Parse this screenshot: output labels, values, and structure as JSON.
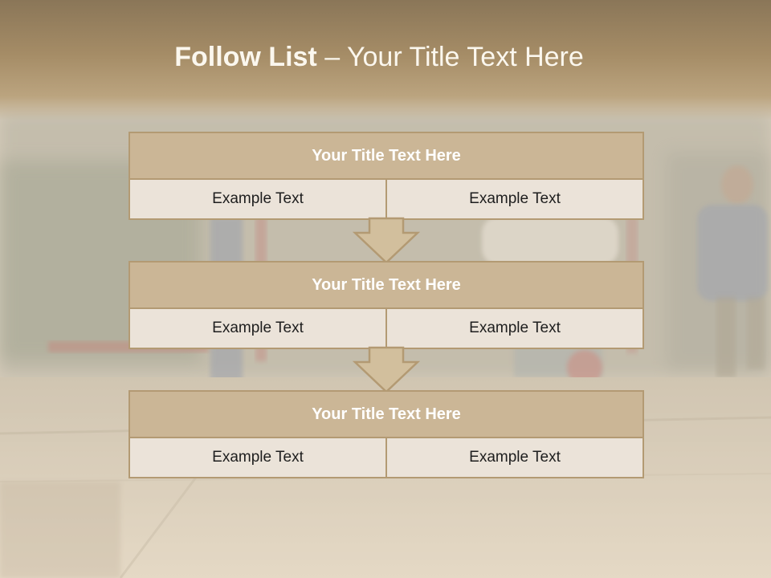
{
  "title": {
    "bold": "Follow List",
    "separator": " – ",
    "rest": "Your Title Text Here"
  },
  "blocks": [
    {
      "header": "Your Title Text Here",
      "left": "Example Text",
      "right": "Example Text"
    },
    {
      "header": "Your Title Text Here",
      "left": "Example Text",
      "right": "Example Text"
    },
    {
      "header": "Your Title Text Here",
      "left": "Example Text",
      "right": "Example Text"
    }
  ],
  "colors": {
    "header_fill": "#cbb696",
    "cell_fill": "#ebe3d9",
    "border": "#b39a73",
    "arrow_fill": "#d2bf9d"
  },
  "icons": [
    "down-arrow-icon"
  ]
}
